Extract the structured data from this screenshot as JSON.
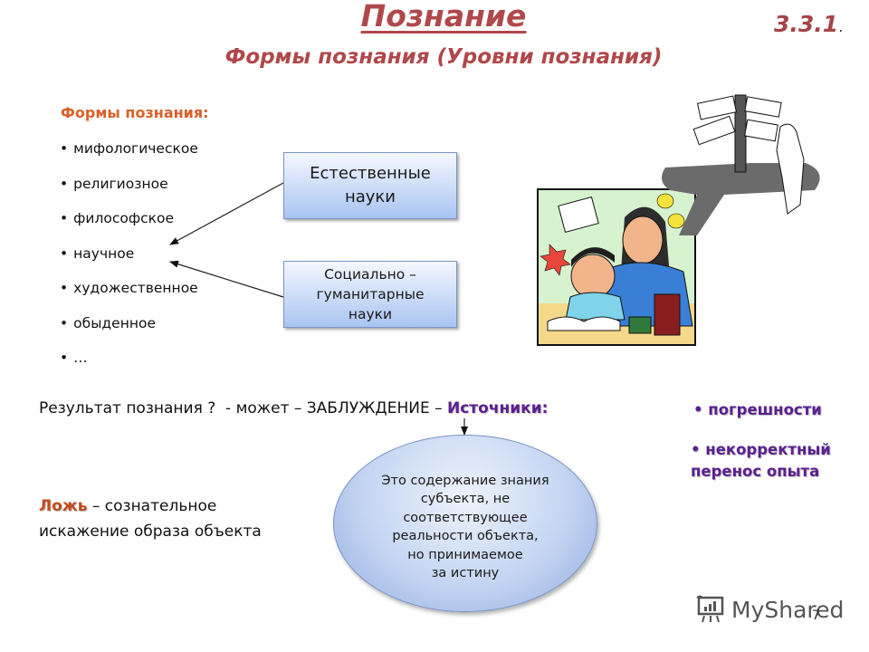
{
  "header": {
    "title": "Познание",
    "subtitle": "Формы познания (Уровни познания)",
    "slide_number": "3.3.1",
    "slide_number_suffix": "."
  },
  "forms": {
    "heading": "Формы познания:",
    "items": [
      "мифологическое",
      "религиозное",
      "философское",
      "научное",
      "художественное",
      "обыденное",
      "…"
    ]
  },
  "science_boxes": {
    "natural": [
      "Естественные",
      "науки"
    ],
    "social": [
      "Социально –",
      "гуманитарные",
      "науки"
    ]
  },
  "result": {
    "text": "Результат познания ?  - может – ЗАБЛУЖДЕНИЕ – ",
    "sources_label": "Источники:",
    "sources": [
      "• погрешности",
      "• некорректный перенос опыта"
    ]
  },
  "delusion_definition": {
    "lines": [
      "Это содержание знания",
      "субъекта, не",
      "соответствующее",
      "реальности объекта,",
      "но принимаемое",
      "за истину"
    ]
  },
  "lie": {
    "word": "Ложь",
    "definition": "– сознательное искажение образа объекта"
  },
  "illustration": {
    "description": "Cartoon: adult helping a child study with books; person at a signpost with arrows"
  },
  "footer": {
    "watermark": "MyShared",
    "page_number": "7"
  },
  "colors": {
    "title": "#b0484b",
    "forms_heading": "#d8612a",
    "sources": "#5a2090",
    "lie_word": "#c24a1c",
    "box_fill_top": "#f4f8ff",
    "box_fill_bottom": "#a9c4f2"
  }
}
